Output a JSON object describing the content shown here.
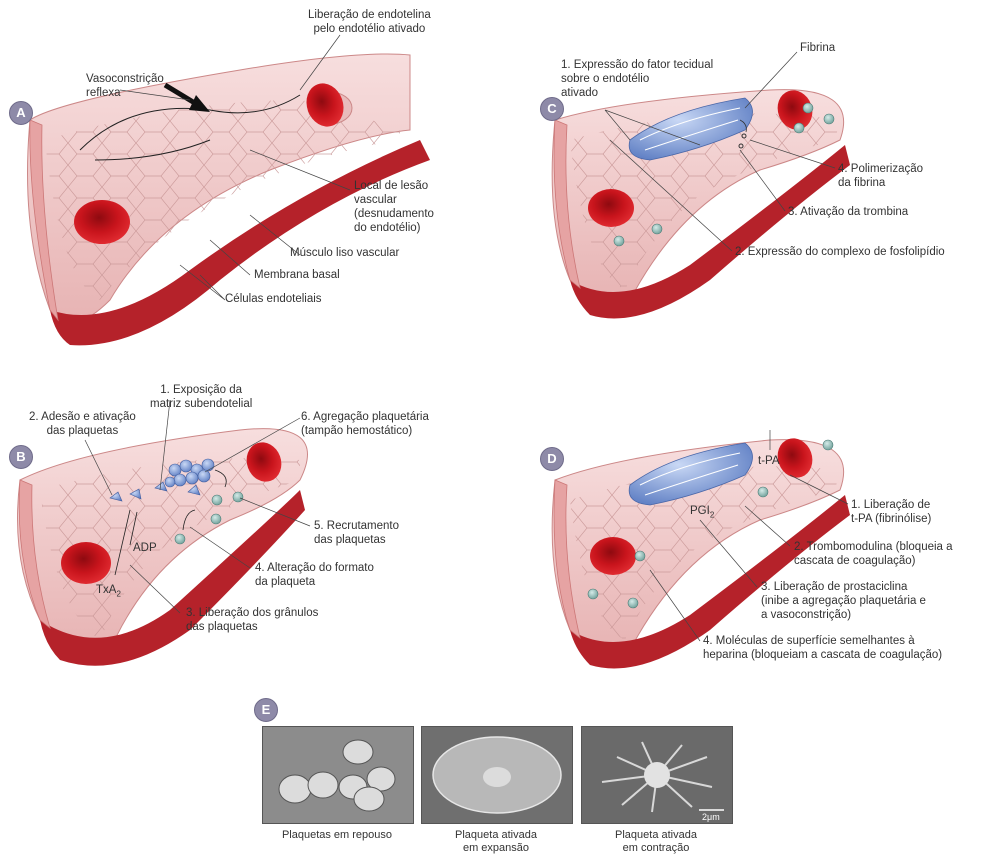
{
  "panels": {
    "A": {
      "badge": "A",
      "labels": {
        "endotelina_1": "Liberação de endotelina",
        "endotelina_2": "pelo endotélio ativado",
        "vasoconstricao_1": "Vasoconstrição",
        "vasoconstricao_2": "reflexa",
        "lesao_1": "Local de lesão",
        "lesao_2": "vascular",
        "lesao_3": "(desnudamento",
        "lesao_4": "do endotélio)",
        "musculo": "Músculo liso vascular",
        "membrana": "Membrana basal",
        "celulas": "Células endoteliais"
      }
    },
    "B": {
      "badge": "B",
      "labels": {
        "exposicao_1": "1. Exposição da",
        "exposicao_2": "matriz subendotelial",
        "adesao_1": "2. Adesão e ativação",
        "adesao_2": "das plaquetas",
        "agregacao_1": "6. Agregação plaquetária",
        "agregacao_2": "(tampão hemostático)",
        "recrutamento_1": "5. Recrutamento",
        "recrutamento_2": "das plaquetas",
        "adp": "ADP",
        "txa": "TxA",
        "txa_sub": "2",
        "alteracao_1": "4. Alteração do formato",
        "alteracao_2": "da plaqueta",
        "liberacao_1": "3. Liberação dos grânulos",
        "liberacao_2": "das plaquetas"
      }
    },
    "C": {
      "badge": "C",
      "labels": {
        "fator_1": "1. Expressão do fator tecidual",
        "fator_2": "sobre o endotélio",
        "fator_3": "ativado",
        "fibrina": "Fibrina",
        "polimerizacao_1": "4. Polimerização",
        "polimerizacao_2": "da fibrina",
        "trombina": "3. Ativação da trombina",
        "fosfolipidio": "2. Expressão do complexo de fosfolipídio"
      }
    },
    "D": {
      "badge": "D",
      "labels": {
        "tpa": "t-PA",
        "tpa_lib_1": "1. Liberação de",
        "tpa_lib_2": "t-PA (fibrinólise)",
        "pgi": "PGI",
        "pgi_sub": "2",
        "trombo_1": "2. Trombomodulina (bloqueia a",
        "trombo_2": "cascata de coagulação)",
        "prosta_1": "3. Liberação de prostaciclina",
        "prosta_2": "(inibe a agregação plaquetária e",
        "prosta_3": "a vasoconstrição)",
        "heparina_1": "4. Moléculas de superfície semelhantes à",
        "heparina_2": "heparina (bloqueiam a cascata de coagulação)"
      }
    },
    "E": {
      "badge": "E",
      "photos": [
        {
          "caption_1": "Plaquetas em repouso",
          "caption_2": ""
        },
        {
          "caption_1": "Plaqueta ativada",
          "caption_2": "em expansão"
        },
        {
          "caption_1": "Plaqueta ativada",
          "caption_2": "em contração"
        }
      ],
      "scale_bar": "2μm"
    }
  },
  "colors": {
    "vessel_outer": "#f4cfcf",
    "vessel_inner": "#e8b2b2",
    "muscle": "#c0282d",
    "rbc": "#c8141c",
    "platelet_blue": "#7f9fd8",
    "resting_platelet": "#8fb5b0",
    "badge": "#8e8aa8"
  }
}
